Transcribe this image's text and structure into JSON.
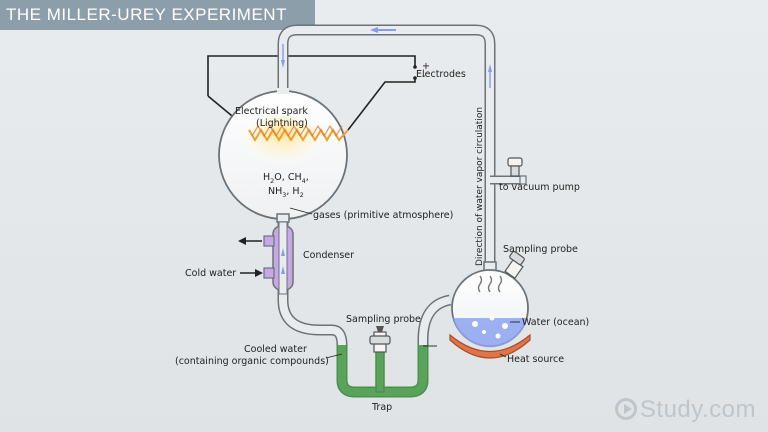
{
  "title": "THE MILLER-UREY EXPERIMENT",
  "labels": {
    "electrodes": "Electrodes",
    "plus": "+",
    "minus": "-",
    "spark_line1": "Electrical spark",
    "spark_line2": "(Lightning)",
    "gases_line1_h2o": "H",
    "gases_line1_h2o_sub": "2",
    "gases_line1_o": "O, CH",
    "gases_line1_ch4_sub": "4",
    "gases_line1_end": ",",
    "gases_line2_nh": "NH",
    "gases_line2_nh3_sub": "3",
    "gases_line2_h": ", H",
    "gases_line2_h2_sub": "2",
    "gases_primitive": "gases (primitive atmosphere)",
    "condenser": "Condenser",
    "cold_water": "Cold water",
    "sampling_probe_top": "Sampling probe",
    "sampling_probe_bottom": "Sampling probe",
    "vacuum_pump": "to vacuum pump",
    "direction": "Direction of water vapor circulation",
    "water_ocean": "Water (ocean)",
    "heat_source": "Heat source",
    "cooled_water_line1": "Cooled water",
    "cooled_water_line2": "(containing organic compounds)",
    "trap": "Trap"
  },
  "watermark": "Study.com",
  "colors": {
    "title_bg": "#8c9ea9",
    "tube": "#c8ced2",
    "tube_outline": "#6b7378",
    "flow_arrow": "#8a9be6",
    "condenser": "#c9a6e6",
    "trap_liquid": "#5aa35a",
    "water": "#8da3f0",
    "heat": "#e0754a",
    "spark": "#f0a030"
  }
}
